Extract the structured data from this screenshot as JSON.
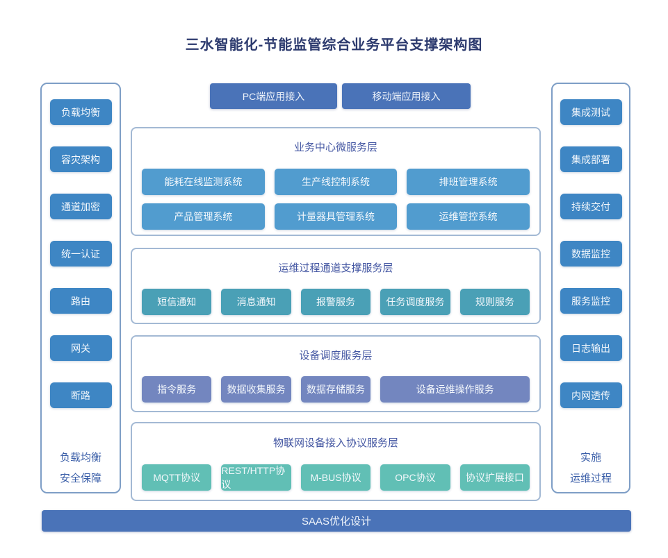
{
  "title": "三水智能化-节能监管综合业务平台支撑架构图",
  "palette": {
    "title_text": "#2c3a6e",
    "section_title_text": "#4356a2",
    "side_footer_text": "#3a5ea8",
    "sidebar_box": "#3e86c4",
    "access_button": "#4a73b8",
    "business_layer_box": "#519ccf",
    "channel_layer_box": "#4aa0b6",
    "device_layer_box": "#7386bf",
    "protocol_layer_box": "#61bfb5",
    "panel_border": "#7e9ec6",
    "layer_border": "#a3b9d4"
  },
  "top_buttons": {
    "pc": "PC端应用接入",
    "mobile": "移动端应用接入"
  },
  "left_sidebar": {
    "items": [
      "负载均衡",
      "容灾架构",
      "通道加密",
      "统一认证",
      "路由",
      "网关",
      "断路"
    ],
    "footer_line1": "负载均衡",
    "footer_line2": "安全保障"
  },
  "right_sidebar": {
    "items": [
      "集成测试",
      "集成部署",
      "持续交付",
      "数据监控",
      "服务监控",
      "日志输出",
      "内网透传"
    ],
    "footer_line1": "实施",
    "footer_line2": "运维过程"
  },
  "layers": [
    {
      "title": "业务中心微服务层",
      "rows": [
        [
          "能耗在线监测系统",
          "生产线控制系统",
          "排班管理系统"
        ],
        [
          "产品管理系统",
          "计量器具管理系统",
          "运维管控系统"
        ]
      ]
    },
    {
      "title": "运维过程通道支撑服务层",
      "rows": [
        [
          "短信通知",
          "消息通知",
          "报警服务",
          "任务调度服务",
          "规则服务"
        ]
      ]
    },
    {
      "title": "设备调度服务层",
      "rows": [
        [
          "指令服务",
          "数据收集服务",
          "数据存储服务",
          "设备运维操作服务"
        ]
      ]
    },
    {
      "title": "物联网设备接入协议服务层",
      "rows": [
        [
          "MQTT协议",
          "REST/HTTP协议",
          "M-BUS协议",
          "OPC协议",
          "协议扩展接口"
        ]
      ]
    }
  ],
  "footer_bar": "SAAS优化设计"
}
